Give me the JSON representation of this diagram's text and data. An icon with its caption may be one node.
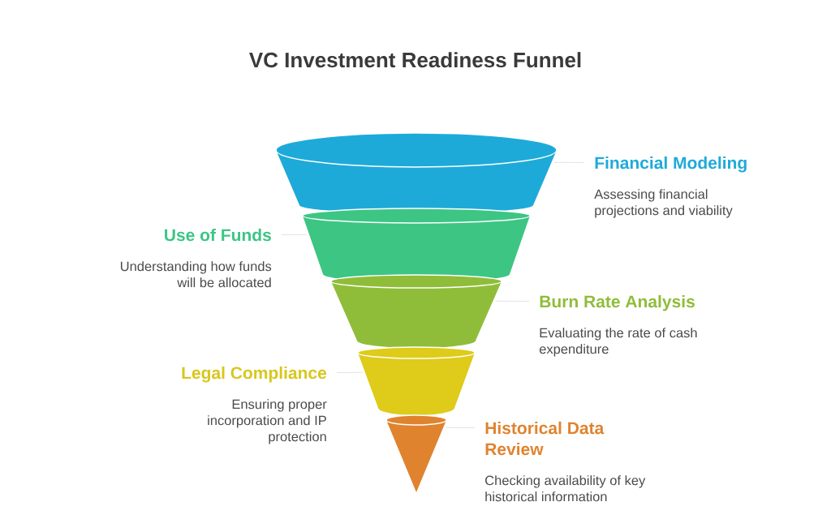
{
  "diagram": {
    "title": "VC Investment Readiness Funnel",
    "nodes": [
      {
        "text": [],
        "shape": "trapezoid"
      },
      {
        "text": [
          "Financial Modeling",
          "Assessing financial projections and viability"
        ]
      },
      {
        "text": [],
        "shape": "trapezoid"
      },
      {
        "text": [
          "Use of Funds",
          "Understanding how funds will be allocated"
        ]
      },
      {
        "text": [],
        "shape": "trapezoid"
      },
      {
        "text": [
          "Burn Rate Analysis",
          "Evaluating the rate of cash expenditure"
        ]
      },
      {
        "text": [],
        "shape": "trapezoid"
      },
      {
        "text": [
          "Legal Compliance",
          "Ensuring proper incorporation and IP protection"
        ]
      },
      {
        "text": [],
        "shape": "triangle"
      },
      {
        "text": [
          "Historical Data Review",
          "Checking availability of key historical information"
        ]
      }
    ],
    "edges": [
      {
        "from": 1,
        "to": 0,
        "arrow": "none"
      },
      {
        "from": 3,
        "to": 2,
        "arrow": "none"
      },
      {
        "from": 5,
        "to": 4,
        "arrow": "none"
      },
      {
        "from": 7,
        "to": 6,
        "arrow": "none"
      },
      {
        "from": 9,
        "to": 8,
        "arrow": "none"
      }
    ]
  }
}
